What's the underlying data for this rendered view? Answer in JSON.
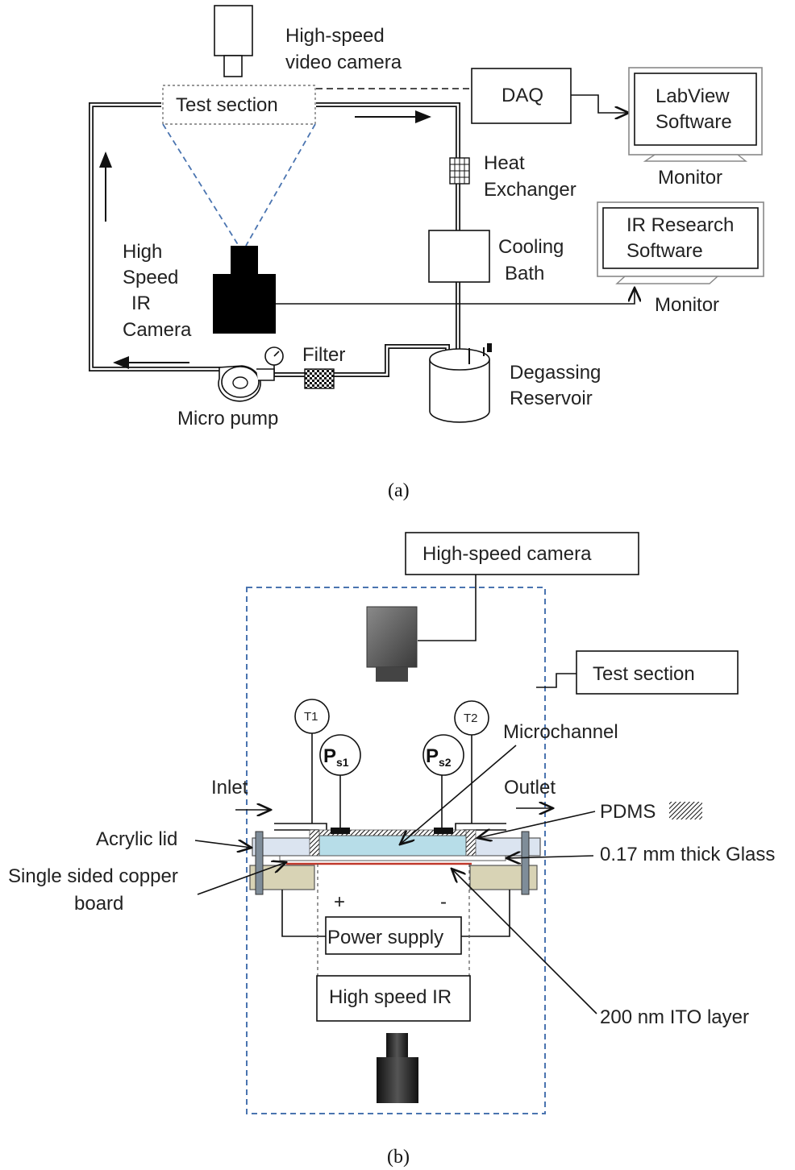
{
  "panel_a": {
    "caption": "(a)",
    "video_camera_label": [
      "High-speed",
      "video camera"
    ],
    "test_section_label": "Test section",
    "daq_label": "DAQ",
    "labview_label": [
      "LabView",
      "Software"
    ],
    "monitor_label_1": "Monitor",
    "heat_exchanger_label": [
      "Heat",
      "Exchanger"
    ],
    "cooling_bath_label": [
      "Cooling",
      "Bath"
    ],
    "ir_camera_label": [
      "High",
      "Speed",
      "IR",
      "Camera"
    ],
    "ir_software_label": [
      "IR Research",
      "Software"
    ],
    "monitor_label_2": "Monitor",
    "filter_label": "Filter",
    "pump_label": "Micro pump",
    "reservoir_label": [
      "Degassing",
      "Reservoir"
    ]
  },
  "panel_b": {
    "caption": "(b)",
    "camera_label": "High-speed camera",
    "test_section_label": "Test section",
    "t1_label": "T1",
    "t2_label": "T2",
    "ps_main": "P",
    "ps1_sub": "s1",
    "ps2_sub": "s2",
    "microchannel_label": "Microchannel",
    "inlet_label": "Inlet",
    "outlet_label": "Outlet",
    "pdms_label": "PDMS",
    "acrylic_label": "Acrylic lid",
    "glass_label": "0.17 mm thick Glass",
    "copper_label": [
      "Single sided copper",
      "board"
    ],
    "plus_label": "+",
    "minus_label": "-",
    "power_label": "Power supply",
    "ir_label": "High speed IR",
    "ito_label": "200 nm ITO layer"
  },
  "colors": {
    "dashed_blue": "#4a74b0",
    "channel_fill": "#b7dde8",
    "acrylic_fill": "#dbe4f0",
    "board_fill": "#d8d3b5",
    "ito_line": "#c0392b"
  }
}
